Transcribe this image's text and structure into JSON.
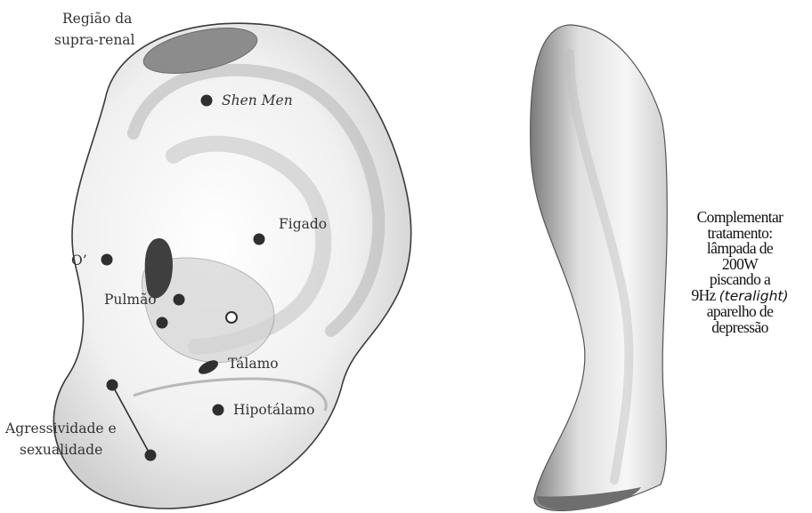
{
  "labels": {
    "suprarenal_line1": "Região da",
    "suprarenal_line2": "supra-renal",
    "shen_men": "Shen Men",
    "figado": "Figado",
    "o_prime": "O’",
    "pulmao": "Pulmão",
    "talamo": "Tálamo",
    "hipotalamo": "Hipotálamo",
    "agressividade_line1": "Agressividade e",
    "agressividade_line2": "sexualidade"
  },
  "note": {
    "line1": "Complementar",
    "line2": "tratamento:",
    "line3": "lâmpada de",
    "line4": "200W",
    "line5": "piscando a",
    "line6_prefix": "9Hz ",
    "line6_italic": "(teralight)",
    "line7": "aparelho de",
    "line8": "depressão"
  },
  "colors": {
    "point_fill": "#2f2f2f",
    "suprarenal_region": "#8c8c8c",
    "ear_fill": "#eeeeee",
    "ear_shadow": "#a9a9a9"
  }
}
